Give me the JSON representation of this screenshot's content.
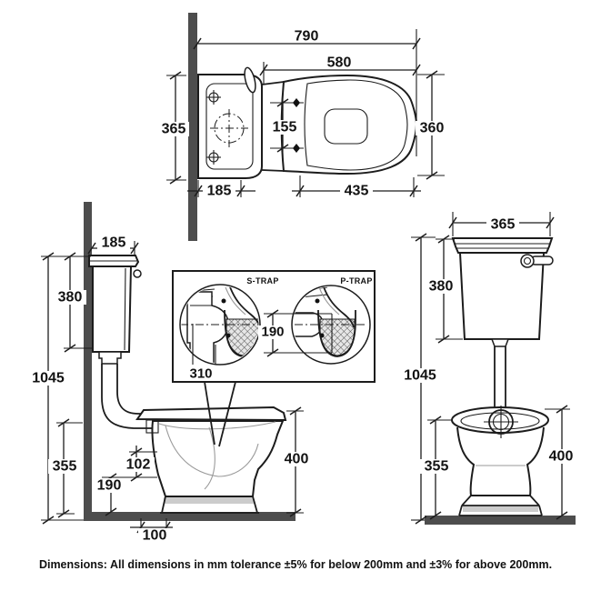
{
  "caption": "Dimensions: All dimensions in mm tolerance ±5% for below 200mm and ±3% for above 200mm.",
  "units": "mm",
  "views": {
    "plan": {
      "overall_depth": "790",
      "seat_depth": "580",
      "cistern_width": "365",
      "bowl_width": "360",
      "hinge_centres": "155",
      "cistern_depth": "185",
      "pan_projection": "435"
    },
    "side": {
      "cistern_depth": "185",
      "cistern_height": "380",
      "overall_height": "1045",
      "rim_height": "355",
      "inlet_drop": "102",
      "inlet_height": "190",
      "outlet_setback": "100",
      "pan_height": "400"
    },
    "trap": {
      "s_label": "S-TRAP",
      "p_label": "P-TRAP",
      "projection": "310",
      "outlet_height": "190"
    },
    "front": {
      "cistern_width": "365",
      "cistern_height": "380",
      "overall_height": "1045",
      "rim_height": "355",
      "pan_height": "400"
    }
  }
}
